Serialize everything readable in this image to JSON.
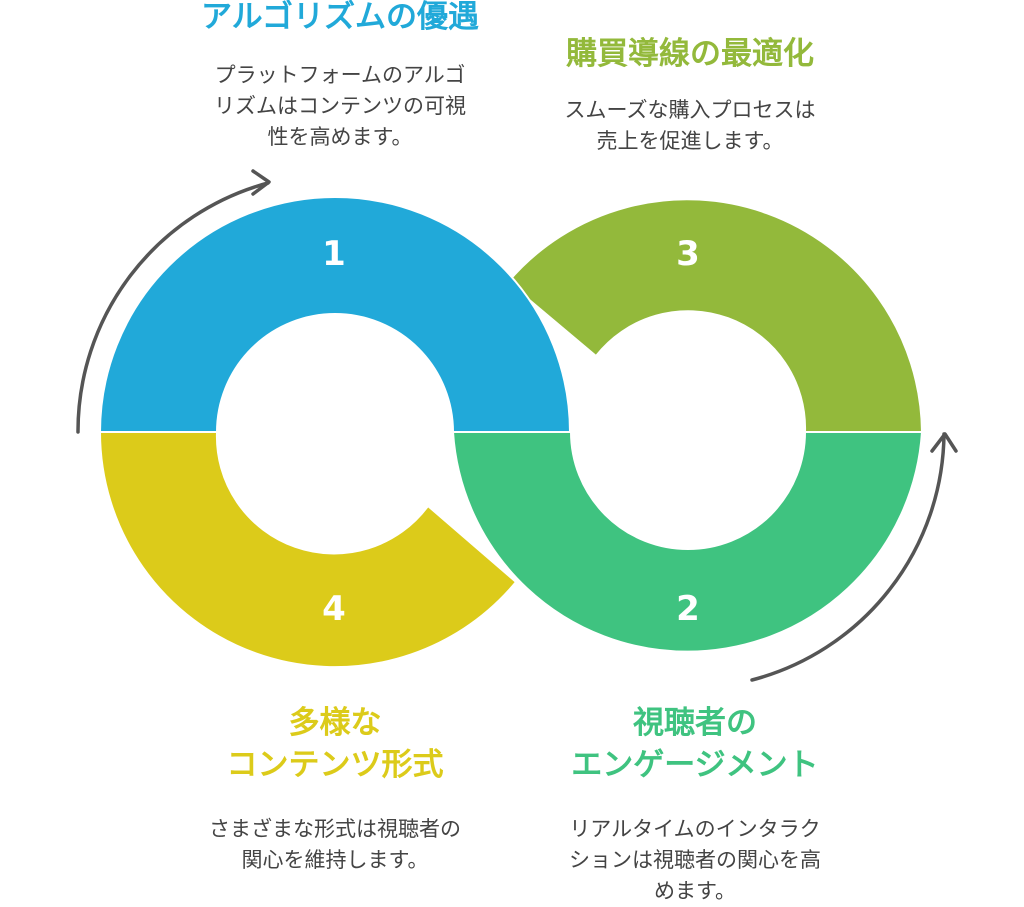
{
  "colors": {
    "segment_1": "#21a9d9",
    "segment_2": "#3fc380",
    "segment_3": "#93b93b",
    "segment_4": "#dccb1a",
    "arrow": "#555555",
    "description_text": "#444444"
  },
  "steps": [
    {
      "number": "1",
      "title": "アルゴリズムの優遇",
      "description": "プラットフォームのアルゴ\nリズムはコンテンツの可視\n性を高めます。",
      "color": "#21a9d9"
    },
    {
      "number": "2",
      "title": "視聴者の\nエンゲージメント",
      "description": "リアルタイムのインタラク\nションは視聴者の関心を高\nめます。",
      "color": "#3fc380"
    },
    {
      "number": "3",
      "title": "購買導線の最適化",
      "description": "スムーズな購入プロセスは\n売上を促進します。",
      "color": "#93b93b"
    },
    {
      "number": "4",
      "title": "多様な\nコンテンツ形式",
      "description": "さまざまな形式は視聴者の\n関心を維持します。",
      "color": "#dccb1a"
    }
  ]
}
